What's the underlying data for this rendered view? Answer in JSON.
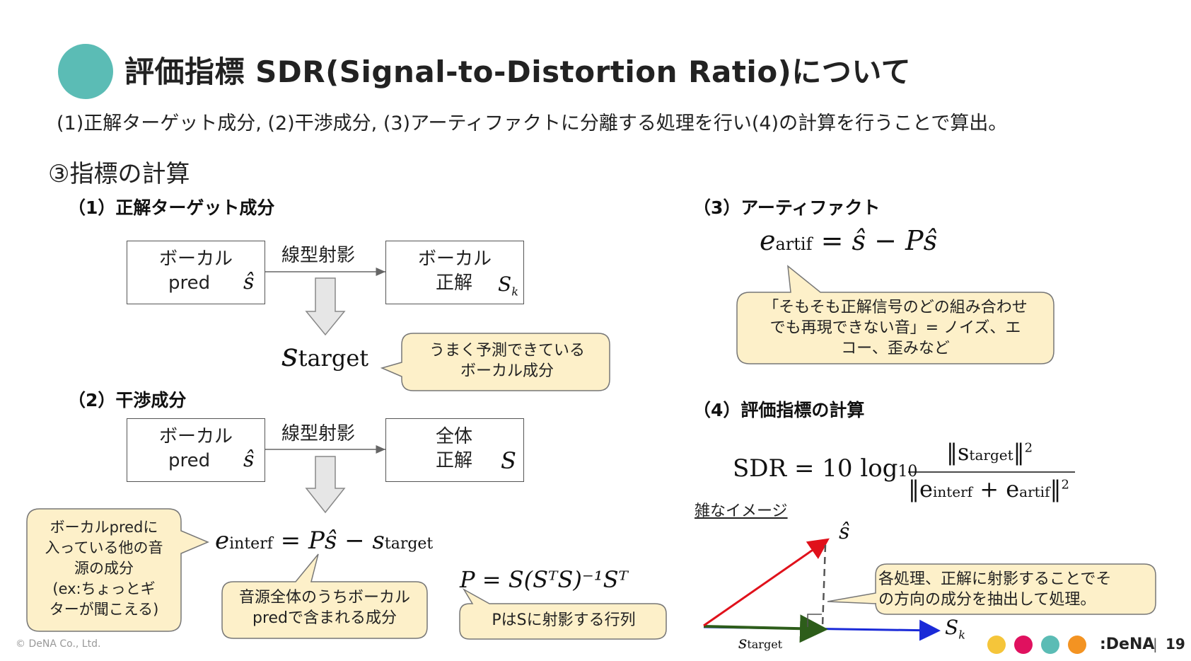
{
  "header": {
    "title": "評価指標 SDR(Signal-to-Distortion Ratio)について",
    "subtitle": "(1)正解ターゲット成分, (2)干渉成分, (3)アーティファクトに分離する処理を行い(4)の計算を行うことで算出。",
    "section": "③指標の計算"
  },
  "part1": {
    "heading": "（1）正解ターゲット成分",
    "box_left_line1": "ボーカル",
    "box_left_line2": "pred",
    "box_left_symbol": "ŝ",
    "arrow_label": "線型射影",
    "box_right_line1": "ボーカル",
    "box_right_line2": "正解",
    "box_right_symbol": "S",
    "box_right_subscript": "k",
    "result_symbol": "s",
    "result_subscript": "target",
    "callout_line1": "うまく予測できている",
    "callout_line2": "ボーカル成分"
  },
  "part2": {
    "heading": "（2）干渉成分",
    "box_left_line1": "ボーカル",
    "box_left_line2": "pred",
    "box_left_symbol": "ŝ",
    "arrow_label": "線型射影",
    "box_right_line1": "全体",
    "box_right_line2": "正解",
    "box_right_symbol": "S",
    "formula_lhs": "e",
    "formula_lhs_sub": "interf",
    "formula_rhs": "= Pŝ − s",
    "formula_rhs_sub": "target",
    "left_callout": [
      "ボーカルpredに",
      "入っている他の音",
      "源の成分",
      "(ex:ちょっとギ",
      "ターが聞こえる)"
    ],
    "bottom_callout": [
      "音源全体のうちボーカル",
      "predで含まれる成分"
    ],
    "projection_formula": "P = S(SᵀS)⁻¹Sᵀ",
    "projection_callout": "PはSに射影する行列"
  },
  "part3": {
    "heading": "（3）アーティファクト",
    "formula_lhs": "e",
    "formula_lhs_sub": "artif",
    "formula_rhs": "= ŝ − Pŝ",
    "callout": [
      "「そもそも正解信号のどの組み合わせ",
      "でも再現できない音」= ノイズ、エ",
      "コー、歪みなど"
    ]
  },
  "part4": {
    "heading": "（4）評価指標の計算",
    "formula_lhs": "SDR = 10 log",
    "formula_log_sub": "10",
    "numerator": "‖s",
    "numerator_sub": "target",
    "numerator_end": "‖",
    "numerator_sup": "2",
    "denominator": "‖e",
    "denominator_sub1": "interf",
    "denominator_mid": " + e",
    "denominator_sub2": "artif",
    "denominator_end": "‖",
    "denominator_sup": "2",
    "image_link": "雑なイメージ",
    "vector_shat": "ŝ",
    "vector_sk": "S",
    "vector_sk_sub": "k",
    "vector_starget": "s",
    "vector_starget_sub": "target",
    "callout": [
      "各処理、正解に射影することでそ",
      "の方向の成分を抽出して処理。"
    ]
  },
  "footer": {
    "copyright": "© DeNA Co., Ltd.",
    "logo": ":DeNA",
    "separator": "|",
    "page_number": "19",
    "dot_colors": [
      "#f5c53a",
      "#e0115f",
      "#5bbcb5",
      "#f39322"
    ]
  },
  "colors": {
    "accent_teal": "#5bbcb5",
    "callout_fill": "#fdf0c9",
    "vector_red": "#e0111b",
    "vector_blue": "#1a2ad8",
    "vector_green": "#2d5d1a"
  }
}
